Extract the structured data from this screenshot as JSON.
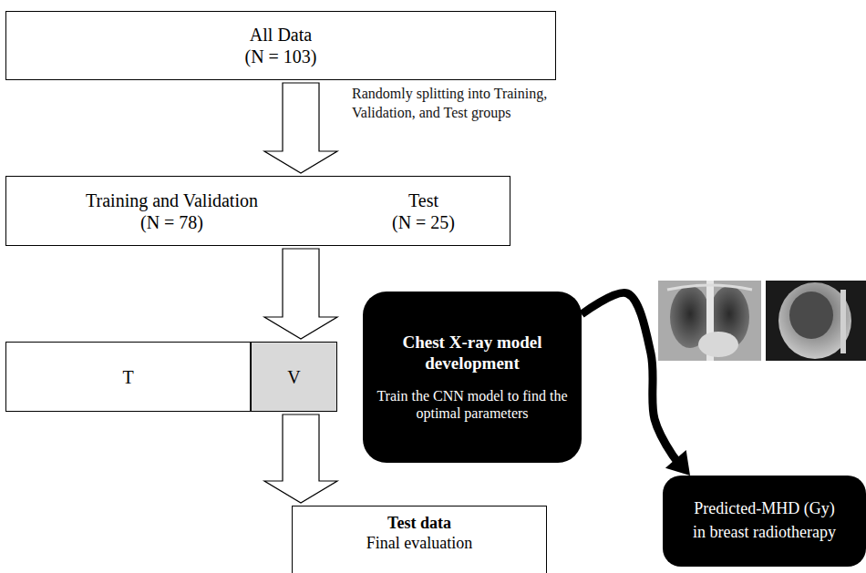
{
  "diagram": {
    "nodes": [
      {
        "text": [
          "All Data",
          "(N = 103)"
        ]
      },
      {
        "text": [
          "Training and Validation",
          "(N = 78)"
        ]
      },
      {
        "text": [
          "Test",
          "(N = 25)"
        ]
      },
      {
        "text": [
          "T"
        ]
      },
      {
        "text": [
          "V"
        ]
      },
      {
        "text": [
          "Chest X-ray model development",
          "Train the CNN model to find the optimal parameters"
        ]
      },
      {
        "text": [
          "Test data",
          "Final evaluation"
        ]
      },
      {
        "text": [
          "Predicted-MHD (Gy)",
          "in breast radiotherapy"
        ]
      }
    ],
    "edges": [
      {
        "from": 0,
        "to": 1,
        "arrow": "to",
        "label": "Randomly splitting into Training, Validation, and Test groups"
      },
      {
        "from": 1,
        "to": 4,
        "arrow": "to"
      },
      {
        "from": 4,
        "to": 6,
        "arrow": "to"
      },
      {
        "from": 5,
        "to": 7,
        "arrow": "to"
      }
    ]
  }
}
